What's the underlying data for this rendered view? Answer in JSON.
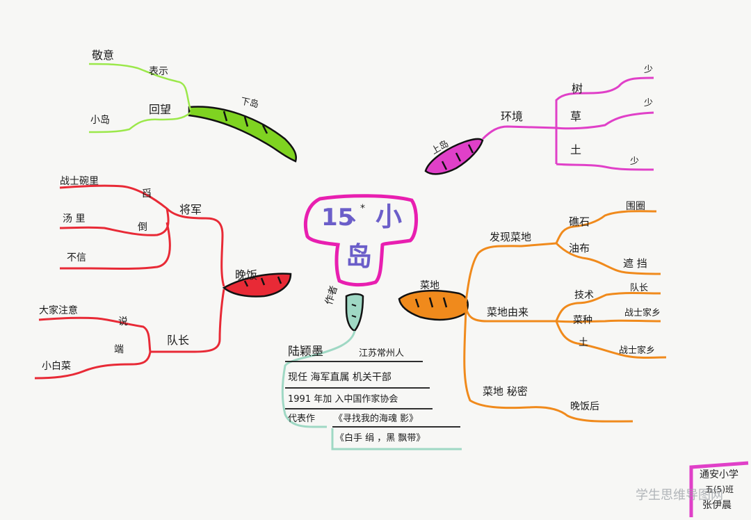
{
  "title": {
    "number": "15",
    "separator": "、",
    "star": "*",
    "char1": "小",
    "char2": "岛"
  },
  "branches": {
    "xia_dao": {
      "label": "下岛",
      "color": "#7fd321",
      "items": [
        {
          "label": "表示",
          "sub": "敬意"
        },
        {
          "label": "回望",
          "sub": "小岛"
        }
      ]
    },
    "shang_dao": {
      "label": "上岛",
      "color": "#e040c8",
      "env": "环境",
      "items": [
        {
          "label": "树",
          "sub": "少"
        },
        {
          "label": "草",
          "sub": "少"
        },
        {
          "label": "土",
          "sub": "少"
        }
      ]
    },
    "wan_fan": {
      "label": "晚饭",
      "color": "#e82a36",
      "jiangjun": {
        "label": "将军",
        "items": [
          {
            "label": "舀",
            "sub": "战士碗里"
          },
          {
            "label": "倒",
            "sub": "汤 里"
          },
          {
            "label": "",
            "sub": "不信"
          }
        ]
      },
      "duizhang": {
        "label": "队长",
        "items": [
          {
            "label": "说",
            "sub": "大家注意"
          },
          {
            "label": "端",
            "sub": "小白菜"
          }
        ]
      }
    },
    "cai_di": {
      "label": "菜地",
      "color": "#f08a1c",
      "faxian": {
        "label": "发现菜地",
        "items": [
          {
            "label": "礁石",
            "sub": "围圈"
          },
          {
            "label": "油布",
            "sub": "遮 挡"
          }
        ]
      },
      "youlai": {
        "label": "菜地由来",
        "items": [
          {
            "label": "技术",
            "sub": "队长"
          },
          {
            "label": "菜种",
            "sub": "战士家乡"
          },
          {
            "label": "土",
            "sub": "战士家乡"
          }
        ]
      },
      "mimi": {
        "label": "菜地 秘密",
        "sub": "晚饭后"
      }
    },
    "author": {
      "label": "作者",
      "color": "#9fd8c4",
      "name": "陆颖墨",
      "origin": "江苏常州人",
      "lines": [
        "现任 海军直属 机关干部",
        "1991 年加 入中国作家协会"
      ],
      "works_label": "代表作",
      "works": [
        "《寻找我的海魂 影》",
        "《白手 绢 ，黑 飘带》"
      ]
    }
  },
  "signature": {
    "school": "通安小学",
    "class": "五(5)班",
    "name": "张伊晨",
    "frame_color": "#e040c8"
  },
  "watermark": "学生思维导图网"
}
